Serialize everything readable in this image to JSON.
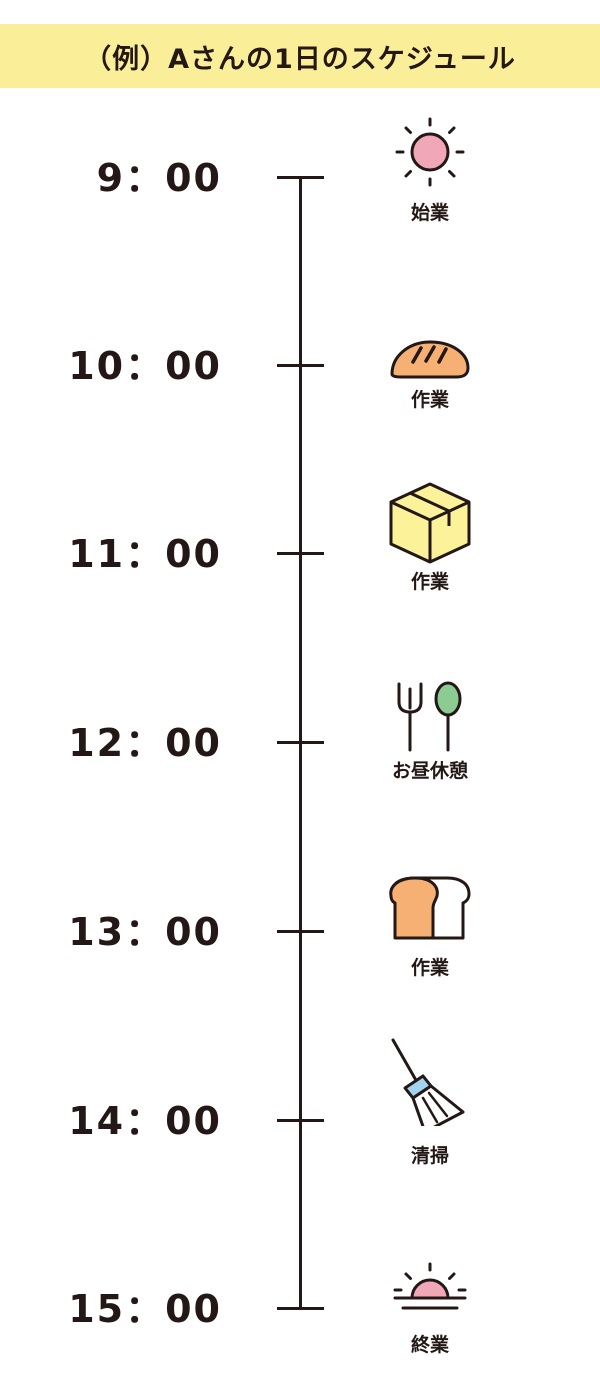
{
  "title": "（例）Aさんの1日のスケジュール",
  "icons": {
    "sun": "sun-icon",
    "bread_roll": "bread-roll-icon",
    "box": "cardboard-box-icon",
    "cutlery": "fork-spoon-icon",
    "bread_loaf": "bread-loaf-icon",
    "broom": "broom-icon",
    "sunset": "sunset-icon"
  },
  "colors": {
    "banner": "#fbee98",
    "line": "#231815",
    "sun": "#f0a7b7",
    "bread": "#f6b074",
    "box": "#fcf29a",
    "spoon": "#8ccb93",
    "broom": "#a3d4ef"
  },
  "schedule": [
    {
      "time": "9：00",
      "activity": "始業",
      "icon": "sun-icon"
    },
    {
      "time": "10：00",
      "activity": "作業",
      "icon": "bread-roll-icon"
    },
    {
      "time": "11：00",
      "activity": "作業",
      "icon": "cardboard-box-icon"
    },
    {
      "time": "12：00",
      "activity": "お昼休憩",
      "icon": "fork-spoon-icon"
    },
    {
      "time": "13：00",
      "activity": "作業",
      "icon": "bread-loaf-icon"
    },
    {
      "time": "14：00",
      "activity": "清掃",
      "icon": "broom-icon"
    },
    {
      "time": "15：00",
      "activity": "終業",
      "icon": "sunset-icon"
    }
  ]
}
